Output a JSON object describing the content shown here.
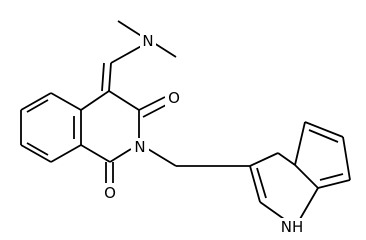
{
  "diagram": {
    "type": "chemical-structure",
    "labels": {
      "amine_n": "N",
      "ring_n": "N",
      "upper_o": "O",
      "lower_o": "O",
      "indole_nh": "NH"
    }
  }
}
